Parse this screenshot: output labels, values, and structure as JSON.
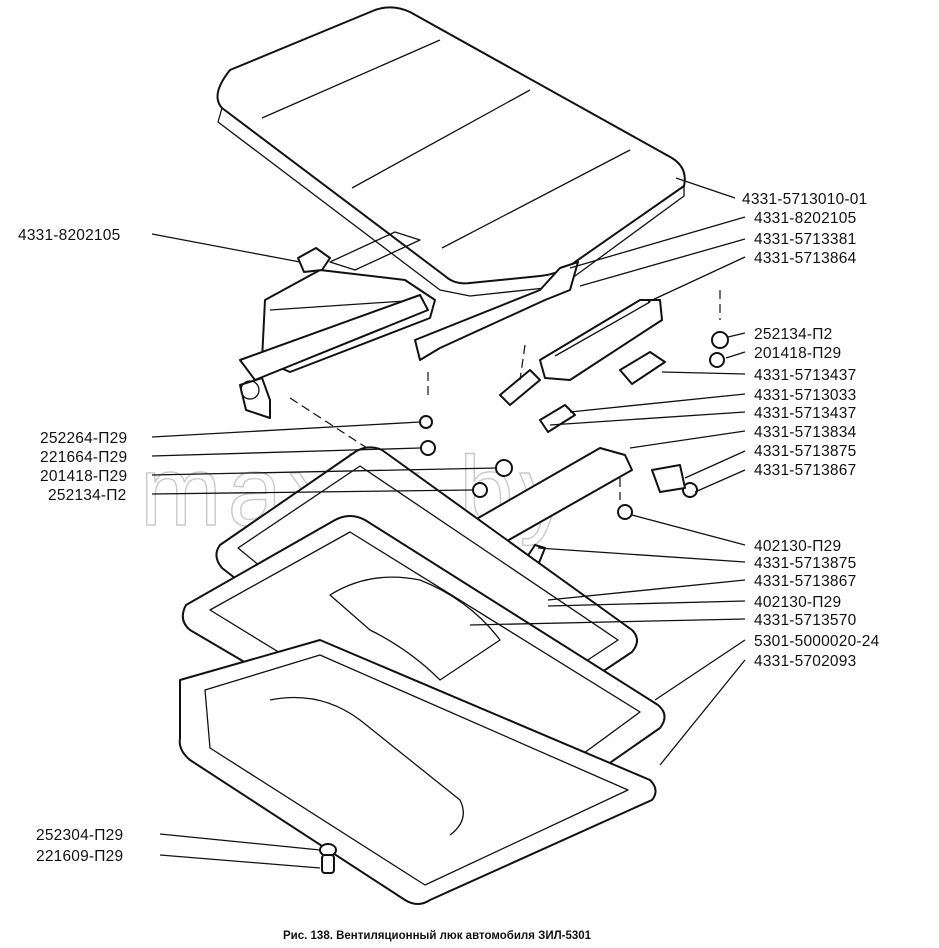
{
  "watermark": "maxik.by",
  "caption": "Рис. 138. Вентиляционный люк автомобиля ЗИЛ-5301",
  "labels": {
    "l1": "4331-8202105",
    "r1": "4331-5713010-01",
    "r2": "4331-8202105",
    "r3": "4331-5713381",
    "r4": "4331-5713864",
    "r5": "252134-П2",
    "r6": "201418-П29",
    "r7": "4331-5713437",
    "r8": "4331-5713033",
    "r9": "4331-5713437",
    "r10": "4331-5713834",
    "r11": "4331-5713875",
    "r12": "4331-5713867",
    "l2": "252264-П29",
    "l3": "221664-П29",
    "l4": "201418-П29",
    "l5": "252134-П2",
    "r13": "402130-П29",
    "r14": "4331-5713875",
    "r15": "4331-5713867",
    "r16": "402130-П29",
    "r17": "4331-5713570",
    "r18": "5301-5000020-24",
    "r19": "4331-5702093",
    "l6": "252304-П29",
    "l7": "221609-П29"
  }
}
